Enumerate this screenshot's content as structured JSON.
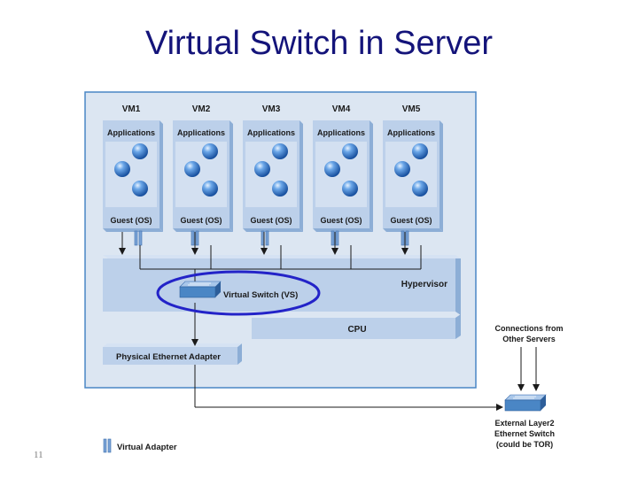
{
  "title": "Virtual Switch in Server",
  "page_number": "11",
  "vms": [
    {
      "name": "VM1",
      "apps_label": "Applications",
      "guest_label": "Guest (OS)"
    },
    {
      "name": "VM2",
      "apps_label": "Applications",
      "guest_label": "Guest (OS)"
    },
    {
      "name": "VM3",
      "apps_label": "Applications",
      "guest_label": "Guest (OS)"
    },
    {
      "name": "VM4",
      "apps_label": "Applications",
      "guest_label": "Guest (OS)"
    },
    {
      "name": "VM5",
      "apps_label": "Applications",
      "guest_label": "Guest (OS)"
    }
  ],
  "hypervisor_label": "Hypervisor",
  "virtual_switch_label": "Virtual Switch (VS)",
  "cpu_label": "CPU",
  "physical_adapter_label": "Physical Ethernet Adapter",
  "connections_label_line1": "Connections from",
  "connections_label_line2": "Other Servers",
  "external_switch_line1": "External Layer2",
  "external_switch_line2": "Ethernet Switch",
  "external_switch_line3": "(could be TOR)",
  "legend_label": "Virtual Adapter",
  "colors": {
    "title": "#14147a",
    "panel": "#dce6f2",
    "panel_border": "#4a86c5",
    "box": "#bcd0ea",
    "box_dark": "#8daed6",
    "highlight": "#2323c8",
    "sphere": "#2e6fc8"
  }
}
